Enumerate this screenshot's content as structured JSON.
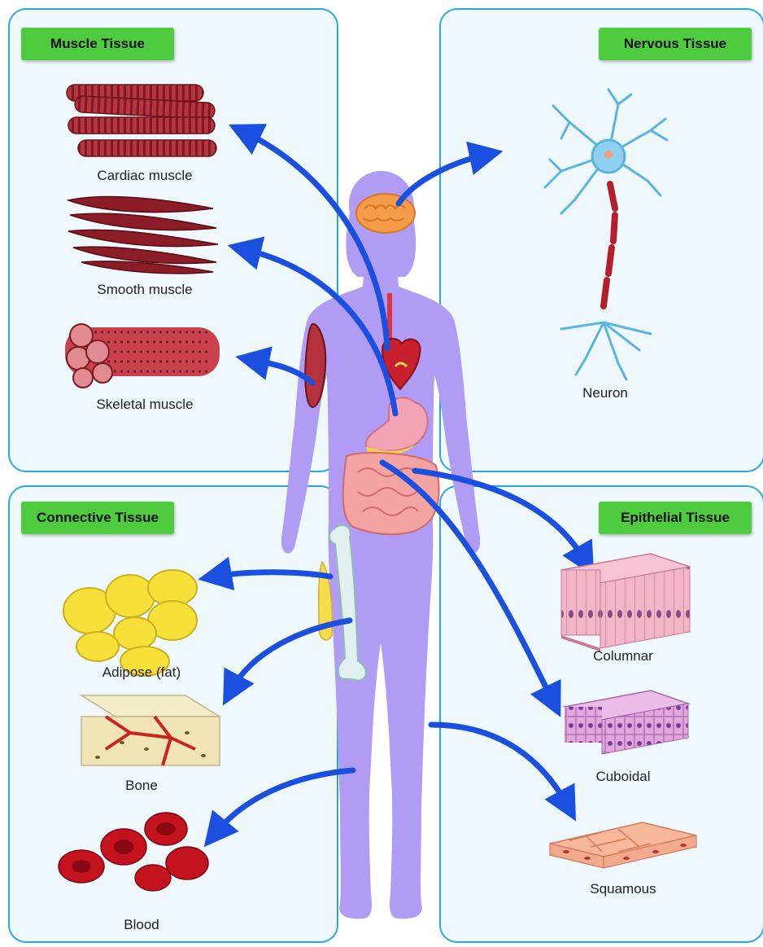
{
  "categories": {
    "muscle": "Muscle Tissue",
    "nervous": "Nervous Tissue",
    "connective": "Connective Tissue",
    "epithelial": "Epithelial Tissue"
  },
  "tissues": {
    "cardiac": "Cardiac muscle",
    "smooth": "Smooth muscle",
    "skeletal": "Skeletal muscle",
    "neuron": "Neuron",
    "adipose": "Adipose (fat)",
    "bone": "Bone",
    "blood": "Blood",
    "columnar": "Columnar",
    "cuboidal": "Cuboidal",
    "squamous": "Squamous"
  },
  "colors": {
    "panel_border": "#29a8e0",
    "panel_fill": "#eef8fd",
    "tag_fill": "#4ecb3f",
    "arrow": "#1a4fe0",
    "body": "#b09cf5"
  }
}
